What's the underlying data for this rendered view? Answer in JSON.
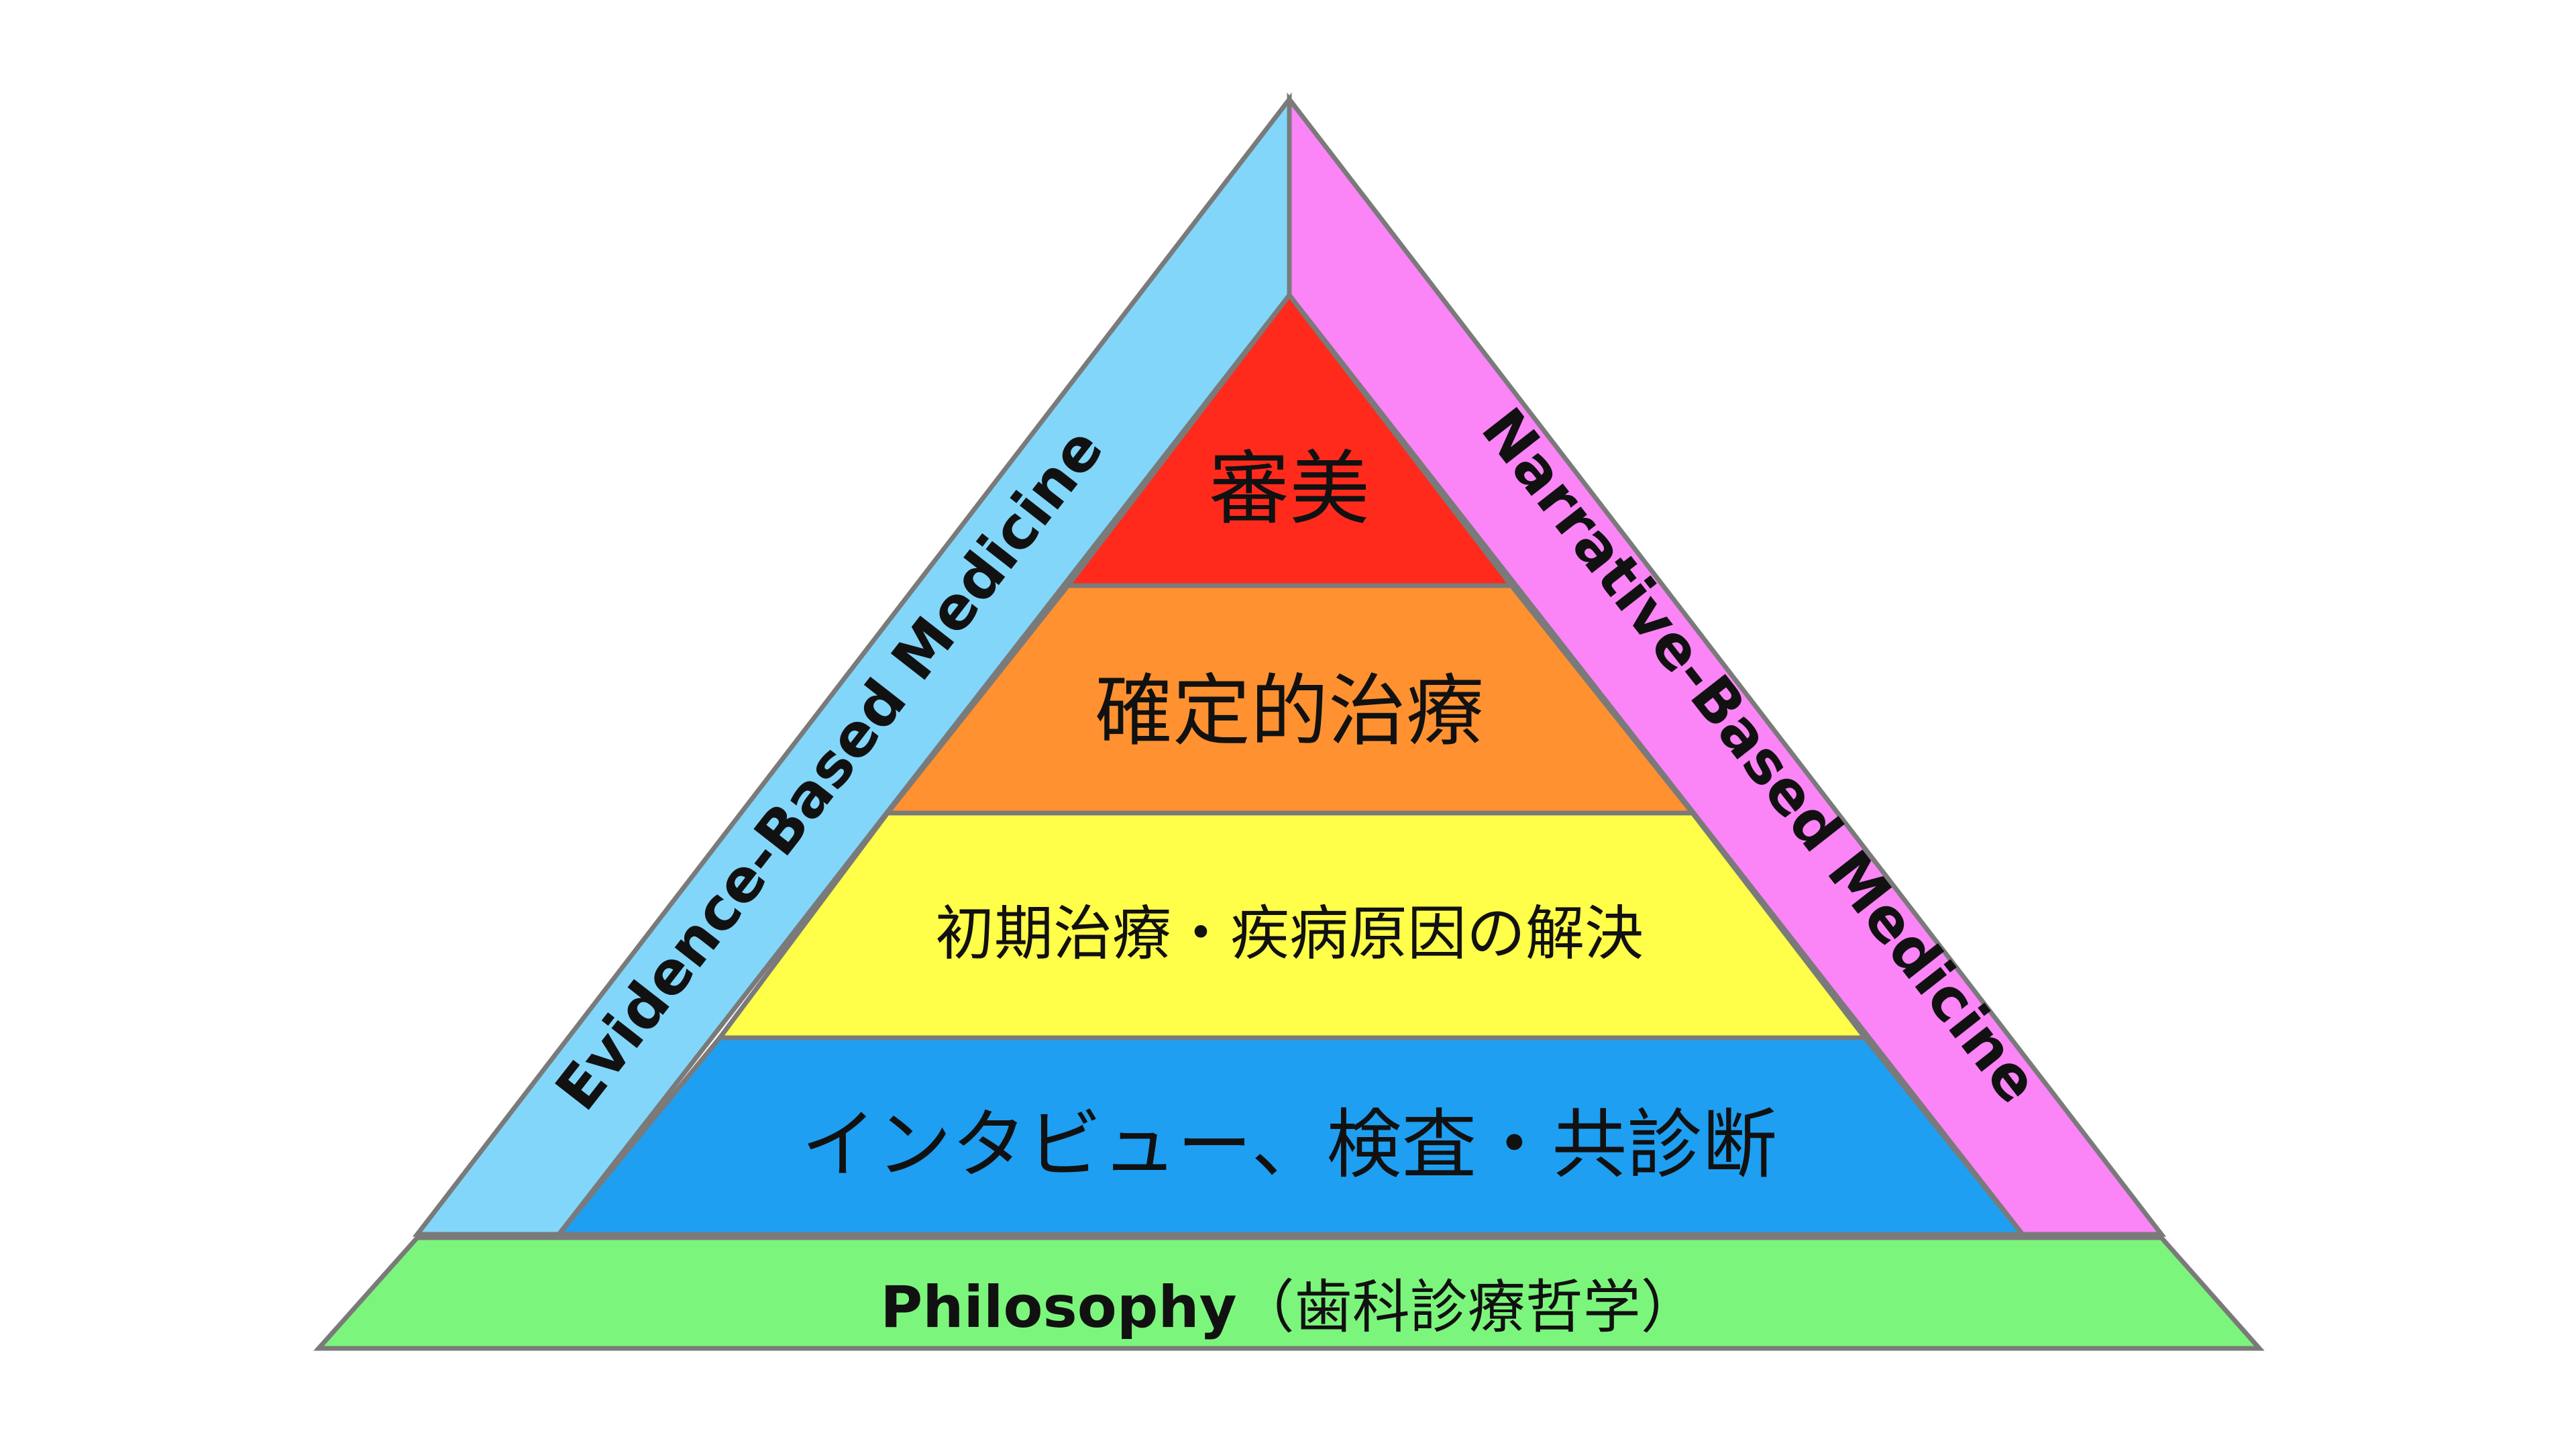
{
  "levels": [
    {
      "label": "審美",
      "color": "#ff2a1c"
    },
    {
      "label": "確定的治療",
      "color": "#ff9130"
    },
    {
      "label": "初期治療・疾病原因の解決",
      "color": "#ffff4a"
    },
    {
      "label": "インタビュー、検査・共診断",
      "color": "#1e9ff2"
    }
  ],
  "foundation": {
    "prefix": "Philosophy",
    "suffix": "（歯科診療哲学）",
    "color": "#7cf57c"
  },
  "left_side": {
    "label": "Evidence-Based Medicine",
    "color": "#82d6fa"
  },
  "right_side": {
    "label": "Narrative-Based Medicine",
    "color": "#fb84f7"
  },
  "outline_color": "#7a7a7a"
}
